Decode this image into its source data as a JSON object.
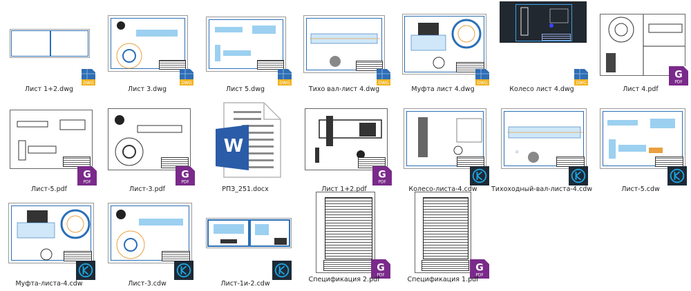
{
  "window": {
    "view": "large-icons"
  },
  "badges": {
    "dwg": {
      "label": "DWG",
      "top_color": "#2f6db5",
      "bottom_color": "#f2b320"
    },
    "pdf": {
      "label": "PDF",
      "color": "#7a2a8a"
    },
    "cdw": {
      "label": "K",
      "color": "#1d2a36",
      "ring": "#1fa3e0"
    },
    "docx": {
      "label": "W",
      "color": "#2b5ca8"
    }
  },
  "files": [
    {
      "name": "Лист 1+2.dwg",
      "type": "dwg"
    },
    {
      "name": "Лист 3.dwg",
      "type": "dwg"
    },
    {
      "name": "Лист 5.dwg",
      "type": "dwg"
    },
    {
      "name": "Тихо вал-лист 4.dwg",
      "type": "dwg"
    },
    {
      "name": "Муфта лист 4.dwg",
      "type": "dwg"
    },
    {
      "name": "Колесо лист 4.dwg",
      "type": "dwg"
    },
    {
      "name": "Лист 4.pdf",
      "type": "pdf"
    },
    {
      "name": "Лист-5.pdf",
      "type": "pdf"
    },
    {
      "name": "Лист-3.pdf",
      "type": "pdf"
    },
    {
      "name": "РПЗ_251.docx",
      "type": "docx"
    },
    {
      "name": "Лист 1+2.pdf",
      "type": "pdf"
    },
    {
      "name": "Колесо-листа-4.cdw",
      "type": "cdw"
    },
    {
      "name": "Тихоходный-вал-листа-4.cdw",
      "type": "cdw"
    },
    {
      "name": "Лист-5.cdw",
      "type": "cdw"
    },
    {
      "name": "Муфта-листа-4.cdw",
      "type": "cdw"
    },
    {
      "name": "Лист-3.cdw",
      "type": "cdw"
    },
    {
      "name": "Лист-1и-2.cdw",
      "type": "cdw"
    },
    {
      "name": "Спецификация 2.pdf",
      "type": "pdf"
    },
    {
      "name": "Спецификация 1.pdf",
      "type": "pdf"
    }
  ]
}
